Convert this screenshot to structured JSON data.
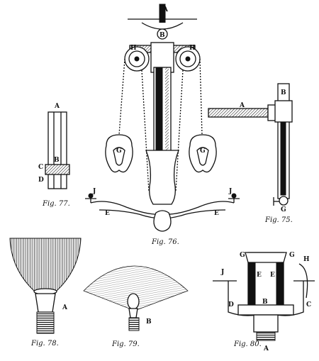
{
  "figures": [
    {
      "id": "fig75",
      "caption": "Fig. 75.",
      "labels": [
        "B",
        "A",
        "G"
      ]
    },
    {
      "id": "fig76",
      "caption": "Fig. 76.",
      "labels": [
        "A",
        "B",
        "H",
        "H",
        "G",
        "G",
        "J",
        "J",
        "E",
        "E"
      ]
    },
    {
      "id": "fig77",
      "caption": "Fig. 77.",
      "labels": [
        "A",
        "B",
        "C",
        "D"
      ]
    },
    {
      "id": "fig78",
      "caption": "Fig. 78.",
      "labels": [
        "A"
      ]
    },
    {
      "id": "fig79",
      "caption": "Fig. 79.",
      "labels": [
        "B"
      ]
    },
    {
      "id": "fig80",
      "caption": "Fig. 80.",
      "labels": [
        "G",
        "G",
        "J",
        "H",
        "E",
        "E",
        "D",
        "C",
        "B",
        "A"
      ]
    }
  ]
}
